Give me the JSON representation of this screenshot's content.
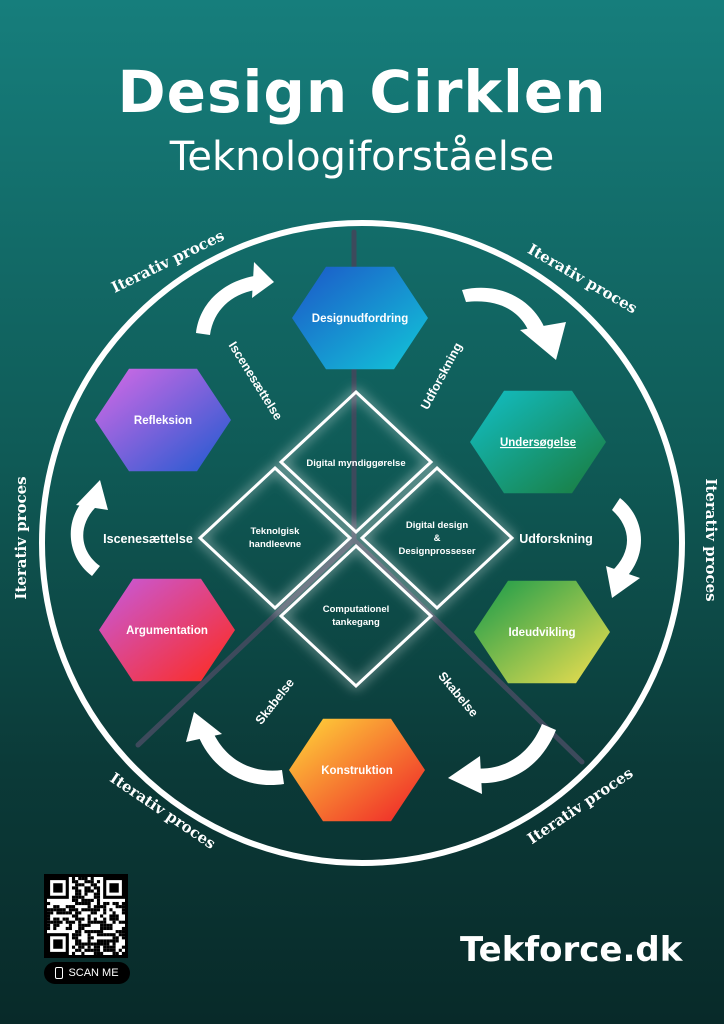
{
  "title": "Design Cirklen",
  "subtitle": "Teknologiforståelse",
  "hexagons": [
    {
      "label": "Designudfordring",
      "c1": "#1c56c8",
      "c2": "#12c8d8",
      "underline": false
    },
    {
      "label": "Undersøgelse",
      "c1": "#12c0c8",
      "c2": "#1a7a3a",
      "underline": true
    },
    {
      "label": "Ideudvikling",
      "c1": "#159a4a",
      "c2": "#f2e050",
      "underline": false
    },
    {
      "label": "Konstruktion",
      "c1": "#ffd93a",
      "c2": "#ee1f28",
      "underline": false
    },
    {
      "label": "Argumentation",
      "c1": "#c55be0",
      "c2": "#ff2a1a",
      "underline": false
    },
    {
      "label": "Refleksion",
      "c1": "#d86ae6",
      "c2": "#1d5ad0",
      "underline": false
    }
  ],
  "diamonds": [
    {
      "label": "Digital myndiggørelse"
    },
    {
      "label": "Teknolgisk handleevne"
    },
    {
      "label": "Digital design & Designprosseser"
    },
    {
      "label": "Computationel tankegang"
    }
  ],
  "phases": {
    "udforskning1": "Udforskning",
    "udforskning2": "Udforskning",
    "skabelse1": "Skabelse",
    "skabelse2": "Skabelse",
    "iscene1": "Iscenesættelse",
    "iscene2": "Iscenesættelse"
  },
  "iterativ": "Iterativ proces",
  "qr": {
    "caption": "SCAN ME"
  },
  "brand": "Tekforce.dk"
}
